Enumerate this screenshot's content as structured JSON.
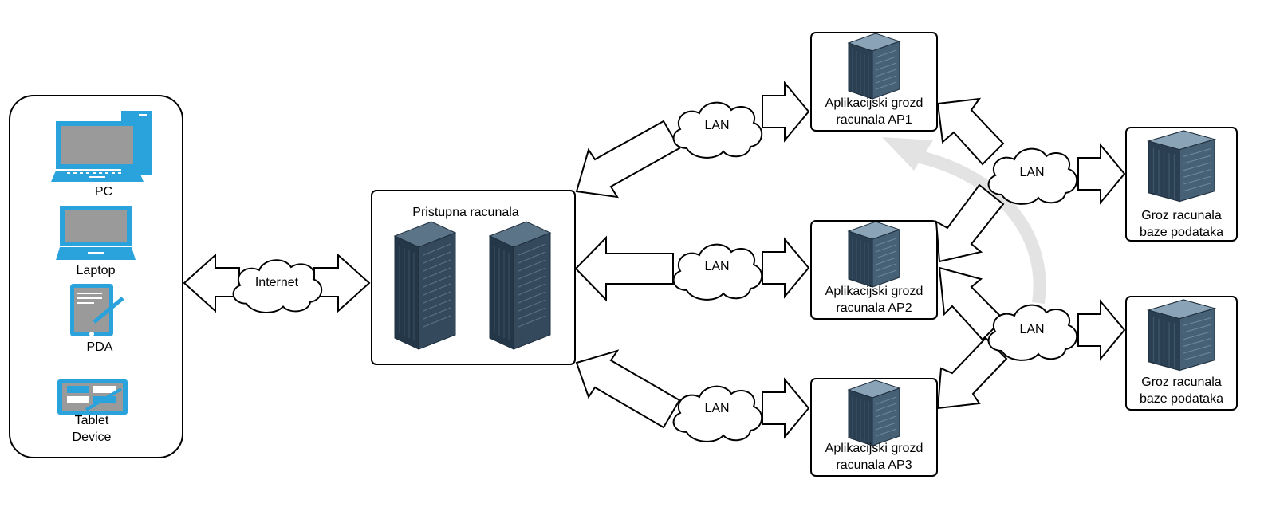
{
  "devices": {
    "pc": "PC",
    "laptop": "Laptop",
    "pda": "PDA",
    "tablet_line1": "Tablet",
    "tablet_line2": "Device"
  },
  "clouds": {
    "internet": "Internet",
    "lan_top": "LAN",
    "lan_middle": "LAN",
    "lan_bottom": "LAN",
    "lan_db_top": "LAN",
    "lan_db_bottom": "LAN"
  },
  "access": {
    "title": "Pristupna racunala"
  },
  "app_clusters": [
    {
      "line1": "Aplikacijski grozd",
      "line2": "racunala AP1"
    },
    {
      "line1": "Aplikacijski grozd",
      "line2": "racunala AP2"
    },
    {
      "line1": "Aplikacijski grozd",
      "line2": "racunala AP3"
    }
  ],
  "db_clusters": [
    {
      "line1": "Groz racunala",
      "line2": "baze podataka"
    },
    {
      "line1": "Groz racunala",
      "line2": "baze podataka"
    }
  ],
  "colors": {
    "device_blue": "#2aa3dc",
    "device_screen": "#9a9a9a",
    "server_dark": "#2b3f52",
    "server_mid": "#3f586d",
    "server_light": "#6a8499",
    "outline": "#000000",
    "faded_arrow": "#e3e3e3"
  }
}
